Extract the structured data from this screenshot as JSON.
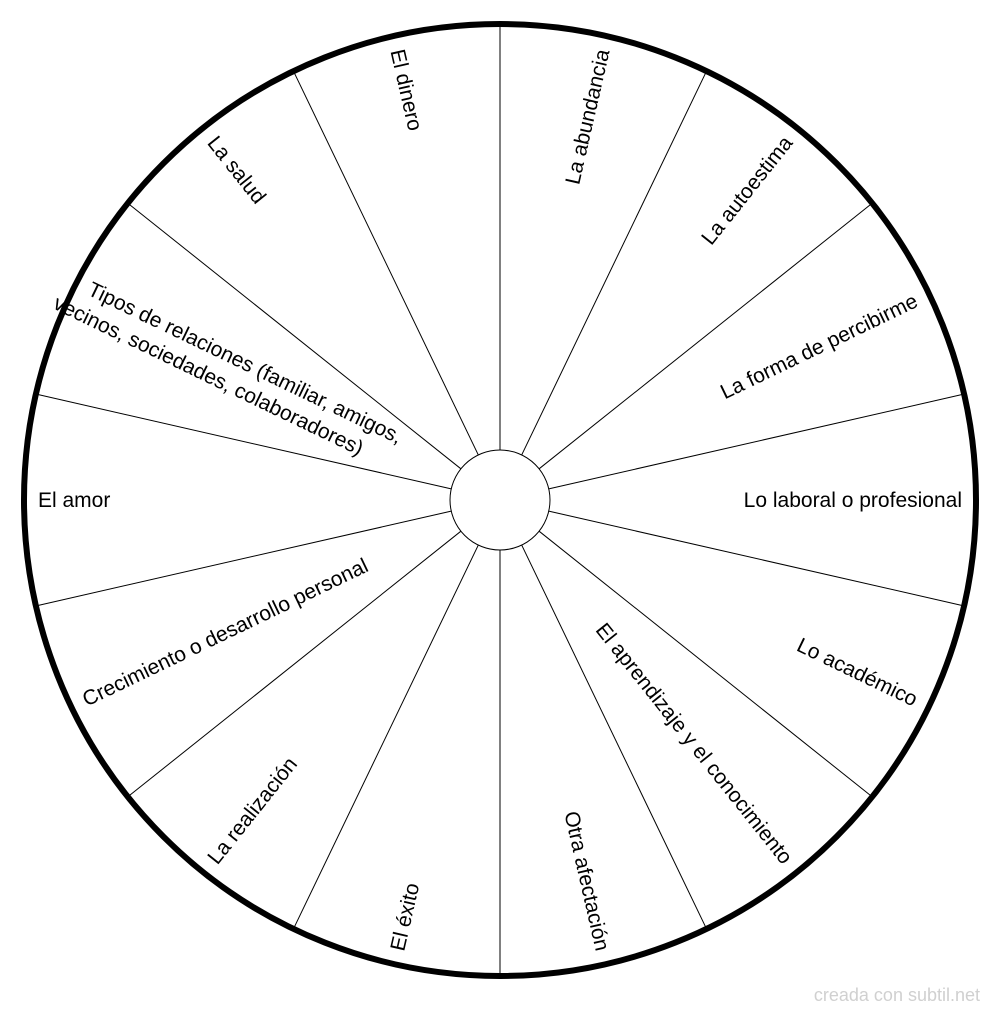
{
  "wheel": {
    "segments": [
      {
        "lines": [
          "La abundancia"
        ]
      },
      {
        "lines": [
          "La autoestima"
        ]
      },
      {
        "lines": [
          "La forma de percibirme"
        ]
      },
      {
        "lines": [
          "Lo laboral o profesional"
        ]
      },
      {
        "lines": [
          "Lo académico"
        ]
      },
      {
        "lines": [
          "El aprendizaje y el conocimiento"
        ]
      },
      {
        "lines": [
          "Otra afectación"
        ]
      },
      {
        "lines": [
          "El éxito"
        ]
      },
      {
        "lines": [
          "La realización"
        ]
      },
      {
        "lines": [
          "Crecimiento o desarrollo personal"
        ]
      },
      {
        "lines": [
          "El amor"
        ]
      },
      {
        "lines": [
          "Tipos de relaciones (familiar, amigos,",
          "vecinos, sociedades, colaboradores)"
        ]
      },
      {
        "lines": [
          "La salud"
        ]
      },
      {
        "lines": [
          "El dinero"
        ]
      }
    ]
  },
  "watermark": "creada con subtil.net"
}
